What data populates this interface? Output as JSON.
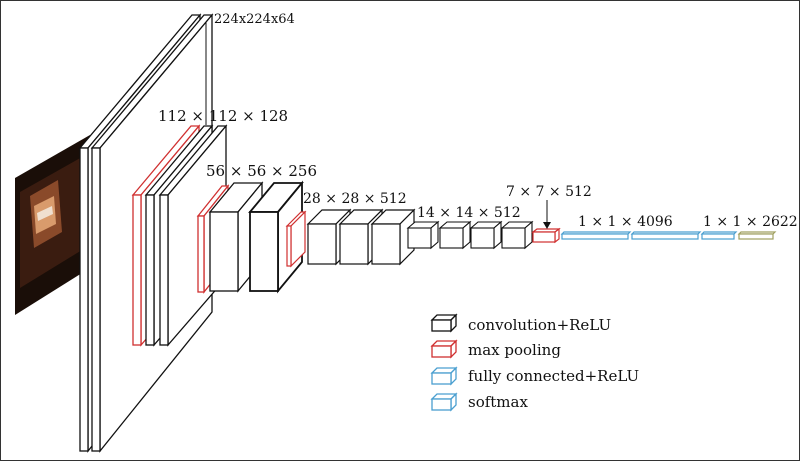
{
  "diagram": {
    "dimension_labels": {
      "l1": "224x224x64",
      "l2": "112 × 112 × 128",
      "l3": "56 × 56 × 256",
      "l4": "28 × 28 × 512",
      "l5": "14 × 14 × 512",
      "l6": "7 × 7 × 512",
      "l7": "1 × 1 × 4096",
      "l8": "1 × 1 × 2622"
    },
    "legend": {
      "items": [
        {
          "label": "convolution+ReLU",
          "color": "#000000"
        },
        {
          "label": "max pooling",
          "color": "#d03030"
        },
        {
          "label": "fully connected+ReLU",
          "color": "#4a9fd0"
        },
        {
          "label": "softmax",
          "color": "#4a9fd0"
        }
      ]
    },
    "colors": {
      "conv": "#111111",
      "pool": "#d03030",
      "fc": "#4a9fd0",
      "softmax": "#a0a060"
    }
  }
}
